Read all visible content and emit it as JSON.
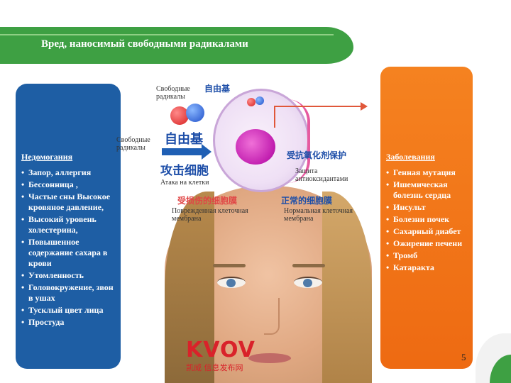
{
  "title": "Вред, наносимый свободными радикалами",
  "left_panel": {
    "heading": "Недомогания",
    "items": [
      "Запор, аллергия",
      "Бессонница ,",
      "Частые сны Высокое кровяное давление,",
      "Высокий уровень холестерина,",
      "Повышенное содержание сахара в крови",
      "Утомленность",
      "Головокружение, звон в ушах",
      "Тусклый цвет лица",
      "Простуда"
    ]
  },
  "right_panel": {
    "heading": "Заболевания",
    "items": [
      "Генная мутация",
      "Ишемическая болезнь сердца",
      "Инсульт",
      "Болезни почек",
      "Сахарный диабет",
      "Ожирение печени",
      "Тромб",
      "Катаракта"
    ]
  },
  "illustration": {
    "label_free_radicals_top": "Свободные радикалы",
    "label_free_radicals_left": "Свободные радикалы",
    "label_attack": "Атака на клетки",
    "label_protection": "Защита антиоксидантами",
    "label_damaged": "Поврежденная клеточная мембрана",
    "label_normal": "Нормальная клеточная мембрана",
    "cn_free_radical_small": "自由基",
    "cn_free_radical_big": "自由基",
    "cn_attack": "攻击细胞",
    "cn_protection": "受抗氧化剂保护",
    "cn_damaged": "受损伤的细胞膜",
    "cn_normal": "正常的细胞膜"
  },
  "logo": {
    "text": "KVOV",
    "subtext": "凯威 信息发布网"
  },
  "page_number": "5",
  "colors": {
    "title_bar": "#3ea043",
    "left_panel": "#1e5ea4",
    "right_panel": "#f58220",
    "connector": "#e0573a"
  }
}
